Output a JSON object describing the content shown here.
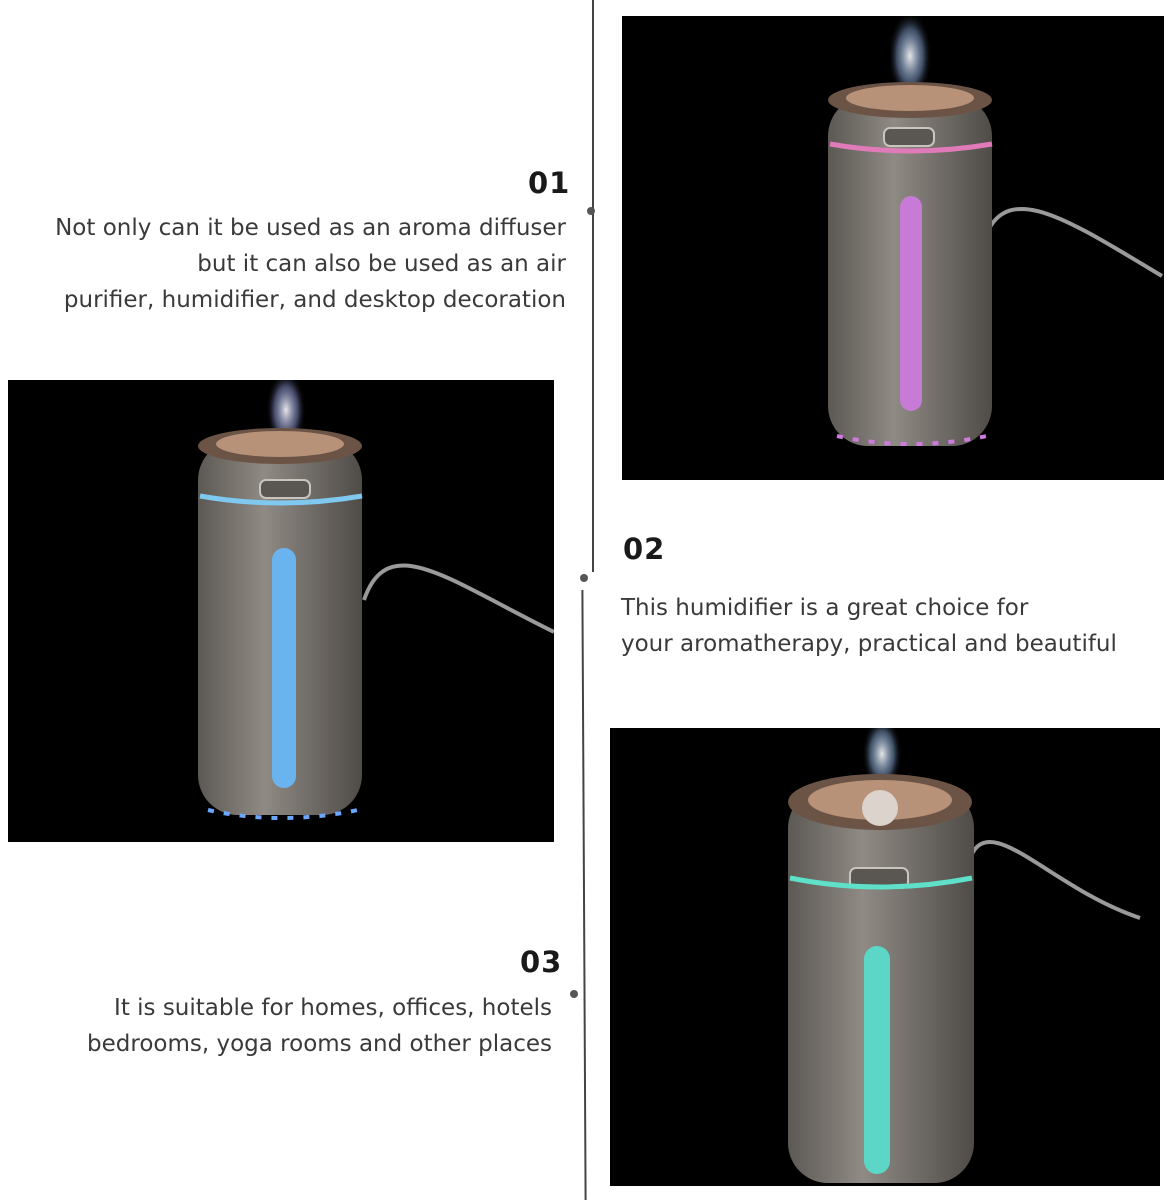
{
  "sections": [
    {
      "number": "01",
      "lines": [
        "Not only can it be used as an aroma diffuser",
        "but it can also be used as an air",
        "purifier, humidifier, and desktop decoration"
      ],
      "light_color": "#e07ab8",
      "stripe_color": "#c77ad6"
    },
    {
      "number": "02",
      "lines": [
        "This humidifier is a great choice for",
        "your aromatherapy, practical and beautiful"
      ],
      "light_color": "#7fc8f0",
      "stripe_color": "#69b4ee"
    },
    {
      "number": "03",
      "lines": [
        "It is suitable for homes, offices, hotels",
        "bedrooms, yoga rooms and other places"
      ],
      "light_color": "#5fe0c8",
      "stripe_color": "#5cd6c6"
    }
  ],
  "photos": [
    {
      "name": "humidifier-pink-light-photo"
    },
    {
      "name": "humidifier-blue-light-photo"
    },
    {
      "name": "humidifier-teal-light-photo"
    }
  ]
}
